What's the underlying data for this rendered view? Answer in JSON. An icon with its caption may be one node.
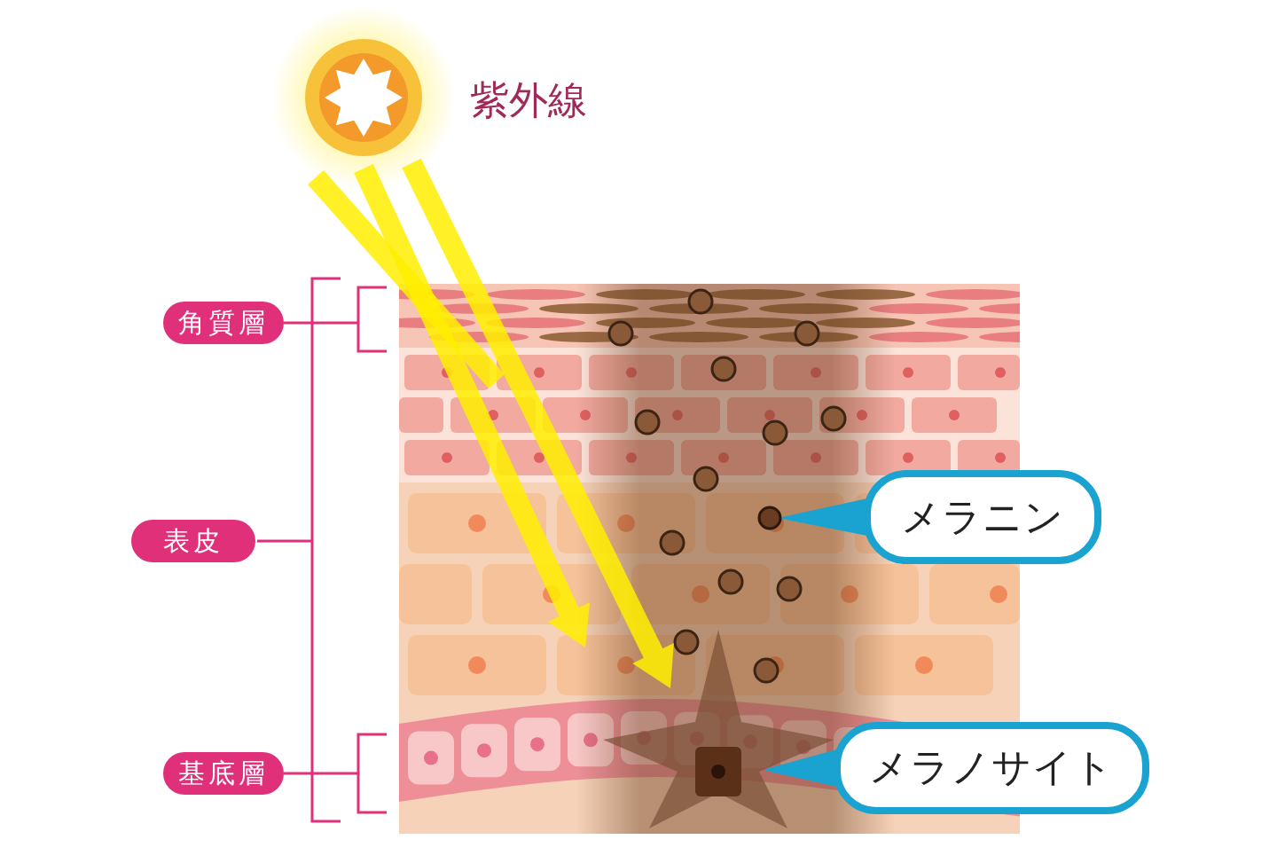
{
  "diagram": {
    "nodes": [
      {
        "text": [
          "角質層"
        ]
      },
      {
        "text": [
          "表皮"
        ]
      },
      {
        "text": [
          "基底層"
        ]
      },
      {
        "text": [
          "メラニン"
        ]
      },
      {
        "text": [
          "メラノサイト"
        ]
      },
      {
        "text": [],
        "shape": "circle"
      },
      {
        "text": [],
        "shape": "picture"
      }
    ],
    "edges": [
      {
        "from": 3,
        "to": 5,
        "arrow": "none"
      },
      {
        "from": 4,
        "to": 6,
        "arrow": "none"
      }
    ],
    "labels": [
      "紫外線"
    ]
  }
}
